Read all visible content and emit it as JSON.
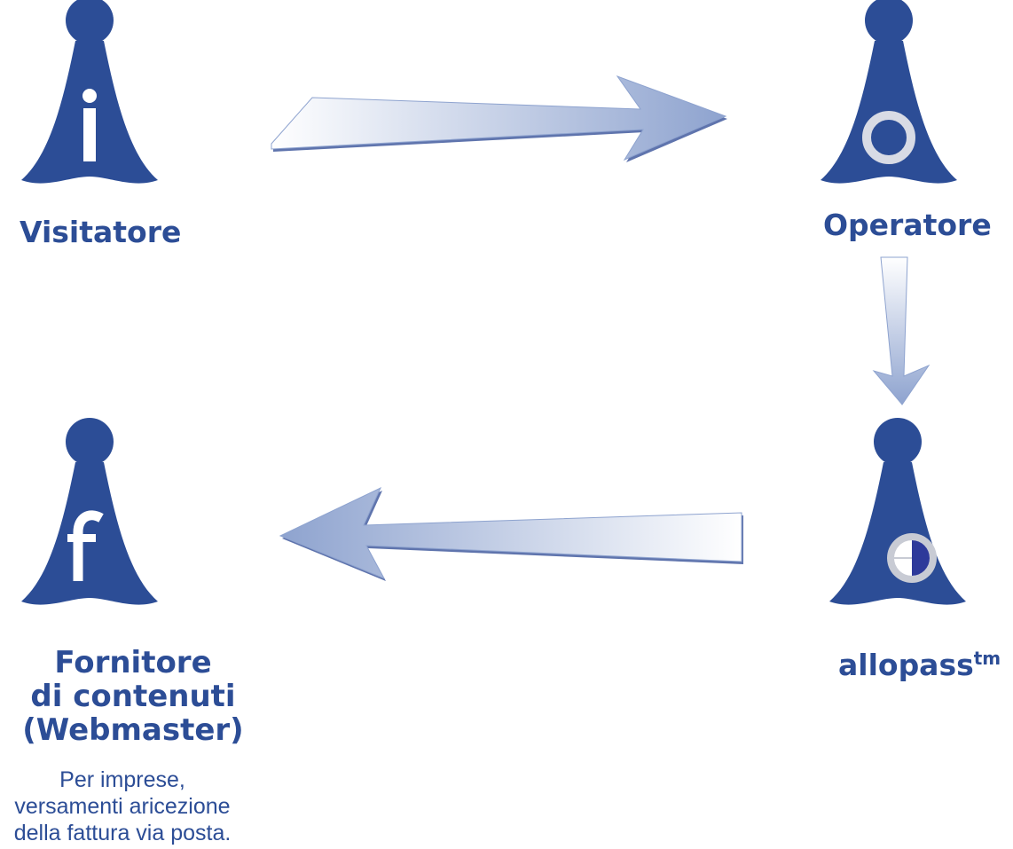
{
  "nodes": {
    "visitatore": {
      "label": "Visitatore",
      "icon": "info-icon",
      "glyph": "i"
    },
    "operatore": {
      "label": "Operatore",
      "icon": "circle-o-icon"
    },
    "allopass": {
      "label": "allopass",
      "superscript": "tm",
      "icon": "half-circle-icon"
    },
    "fornitore": {
      "label_lines": [
        "Fornitore",
        "di contenuti",
        "(Webmaster)"
      ],
      "icon": "f-icon",
      "glyph": "f",
      "note_lines": [
        "Per imprese,",
        "versamenti aricezione",
        "della fattura via posta."
      ]
    }
  },
  "flows": [
    {
      "from": "visitatore",
      "to": "operatore",
      "direction": "right"
    },
    {
      "from": "operatore",
      "to": "allopass",
      "direction": "down"
    },
    {
      "from": "allopass",
      "to": "fornitore",
      "direction": "left"
    }
  ],
  "colors": {
    "figure": "#2c4d96",
    "text": "#2c4d96",
    "arrow_dark": "#8ea3cf",
    "arrow_light": "#ffffff",
    "ring": "#c8cbd4"
  }
}
